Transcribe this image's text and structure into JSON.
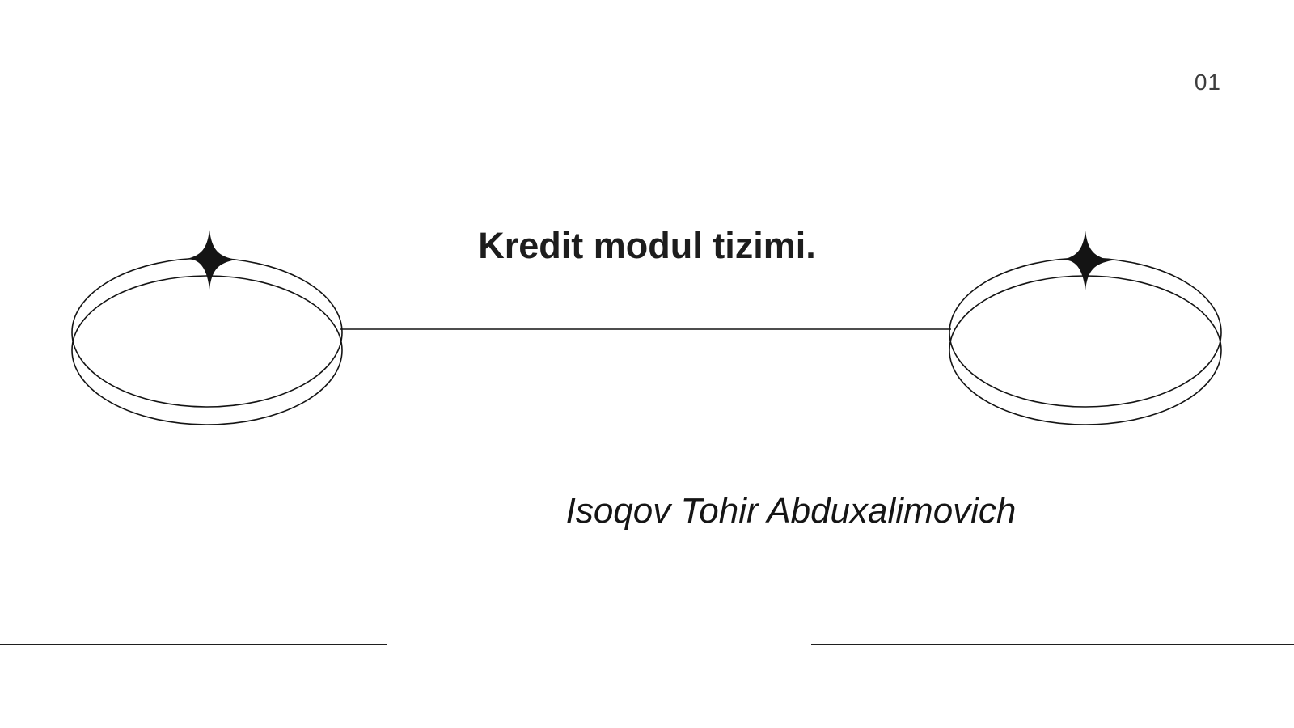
{
  "slide": {
    "page_number": "01",
    "title": "Kredit modul tizimi.",
    "author": "Isoqov Tohir Abduxalimovich"
  },
  "icons": {
    "left_ornament": "double-ellipse-ring",
    "right_ornament": "double-ellipse-ring",
    "left_star": "sparkle-icon",
    "right_star": "sparkle-icon"
  },
  "colors": {
    "background": "#ffffff",
    "ink": "#141414",
    "page_number": "#3d3d3d",
    "rule": "#1f1f1f"
  }
}
